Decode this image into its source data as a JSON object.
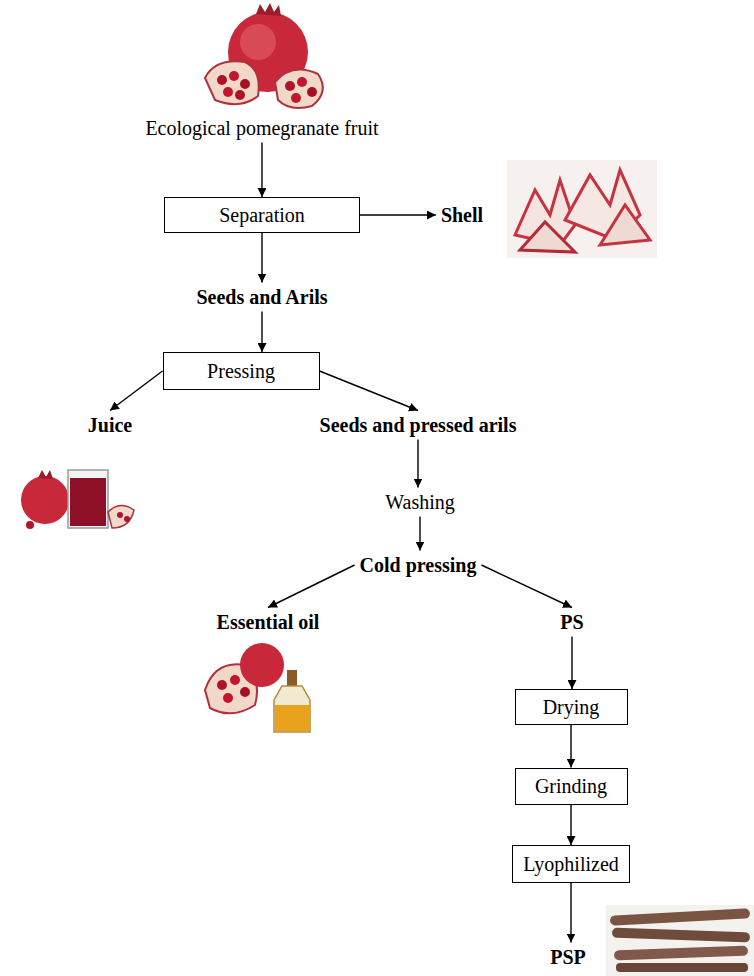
{
  "diagram": {
    "nodes": [
      {
        "text": [
          "Ecological pomegranate fruit"
        ]
      },
      {
        "text": [
          "Separation"
        ]
      },
      {
        "text": [
          "Shell"
        ]
      },
      {
        "text": [
          "Seeds and Arils"
        ]
      },
      {
        "text": [
          "Pressing"
        ]
      },
      {
        "text": [
          "Juice"
        ]
      },
      {
        "text": [
          "Seeds and pressed arils"
        ]
      },
      {
        "text": [
          "Washing"
        ]
      },
      {
        "text": [
          "Cold pressing"
        ]
      },
      {
        "text": [
          "Essential oil"
        ]
      },
      {
        "text": [
          "PS"
        ]
      },
      {
        "text": [
          "Drying"
        ]
      },
      {
        "text": [
          "Grinding"
        ]
      },
      {
        "text": [
          "Lyophilized"
        ]
      },
      {
        "text": [
          "PSP"
        ]
      }
    ],
    "edges": [
      {
        "from": 0,
        "to": 1,
        "arrow": "to"
      },
      {
        "from": 1,
        "to": 2,
        "arrow": "to"
      },
      {
        "from": 1,
        "to": 3,
        "arrow": "to"
      },
      {
        "from": 3,
        "to": 4,
        "arrow": "to"
      },
      {
        "from": 4,
        "to": 5,
        "arrow": "to"
      },
      {
        "from": 4,
        "to": 6,
        "arrow": "to"
      },
      {
        "from": 6,
        "to": 7,
        "arrow": "to"
      },
      {
        "from": 7,
        "to": 8,
        "arrow": "to"
      },
      {
        "from": 8,
        "to": 9,
        "arrow": "to"
      },
      {
        "from": 8,
        "to": 10,
        "arrow": "to"
      },
      {
        "from": 10,
        "to": 11,
        "arrow": "to"
      },
      {
        "from": 11,
        "to": 12,
        "arrow": "to"
      },
      {
        "from": 12,
        "to": 13,
        "arrow": "to"
      },
      {
        "from": 13,
        "to": 14,
        "arrow": "to"
      }
    ]
  }
}
